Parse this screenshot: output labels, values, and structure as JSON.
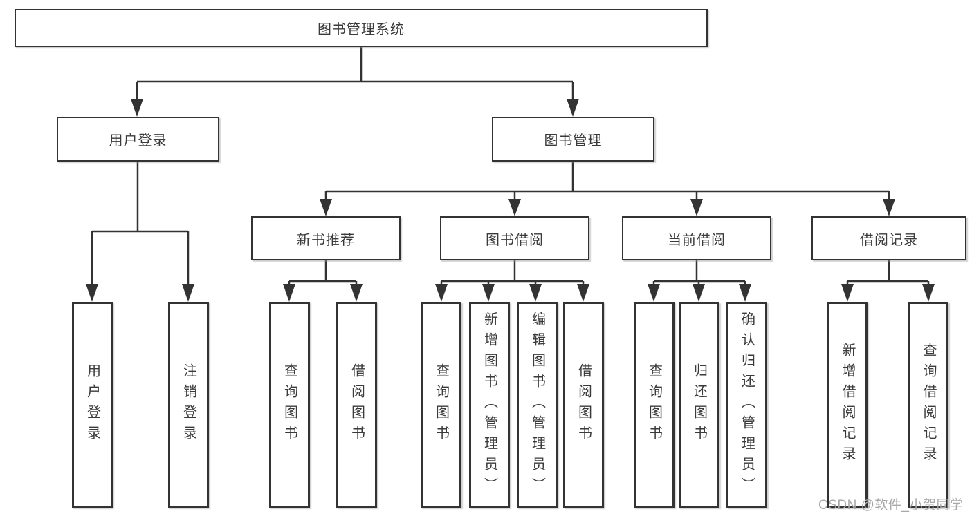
{
  "diagram": {
    "type": "hierarchy-tree",
    "colors": {
      "line": "#333333",
      "box_border": "#333333",
      "box_fill": "#ffffff",
      "text": "#3a3a3a",
      "watermark": "#a8a8a8",
      "background": "#ffffff"
    },
    "tree": {
      "label": "图书管理系统",
      "children": [
        {
          "label": "用户登录",
          "children": [
            {
              "label": "用户登录"
            },
            {
              "label": "注销登录"
            }
          ]
        },
        {
          "label": "图书管理",
          "children": [
            {
              "label": "新书推荐",
              "children": [
                {
                  "label": "查询图书"
                },
                {
                  "label": "借阅图书"
                }
              ]
            },
            {
              "label": "图书借阅",
              "children": [
                {
                  "label": "查询图书"
                },
                {
                  "label": "新增图书（管理员）"
                },
                {
                  "label": "编辑图书（管理员）"
                },
                {
                  "label": "借阅图书"
                }
              ]
            },
            {
              "label": "当前借阅",
              "children": [
                {
                  "label": "查询图书"
                },
                {
                  "label": "归还图书"
                },
                {
                  "label": "确认归还（管理员）"
                }
              ]
            },
            {
              "label": "借阅记录",
              "children": [
                {
                  "label": "新增借阅记录"
                },
                {
                  "label": "查询借阅记录"
                }
              ]
            }
          ]
        }
      ]
    },
    "watermark": {
      "text": "CSDN @软件_小贺同学"
    }
  }
}
